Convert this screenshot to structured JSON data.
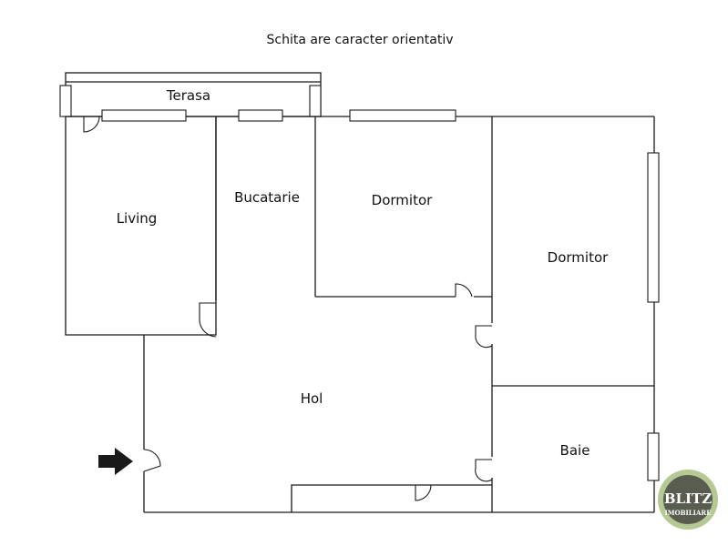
{
  "note": "Schita are caracter orientativ",
  "rooms": {
    "terasa": "Terasa",
    "living": "Living",
    "bucatarie": "Bucatarie",
    "dormitor1": "Dormitor",
    "dormitor2": "Dormitor",
    "hol": "Hol",
    "baie": "Baie"
  },
  "logo": {
    "name": "BLITZ",
    "tagline": "IMOBILIARE",
    "accent": "#7a9a3a"
  },
  "icons": {
    "entrance": "entrance-arrow-icon"
  },
  "colors": {
    "line": "#1a1a1a",
    "background": "#ffffff"
  }
}
